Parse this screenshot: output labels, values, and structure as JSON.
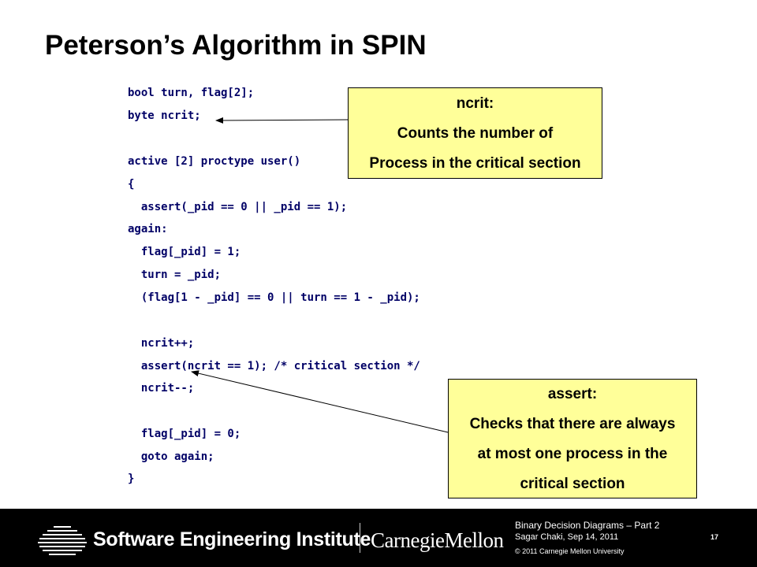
{
  "slide": {
    "title": "Peterson’s Algorithm in SPIN"
  },
  "code": {
    "lines": [
      "bool turn, flag[2];",
      "byte ncrit;",
      "",
      "active [2] proctype user()",
      "{",
      "  assert(_pid == 0 || _pid == 1);",
      "again:",
      "  flag[_pid] = 1;",
      "  turn = _pid;",
      "  (flag[1 - _pid] == 0 || turn == 1 - _pid);",
      "",
      "  ncrit++;",
      "  assert(ncrit == 1); /* critical section */",
      "  ncrit--;",
      "",
      "  flag[_pid] = 0;",
      "  goto again;",
      "}"
    ]
  },
  "callouts": {
    "ncrit": {
      "lines": [
        "ncrit:",
        "Counts the number of",
        "Process in the critical section"
      ]
    },
    "assert": {
      "lines": [
        "assert:",
        "Checks that there are always",
        "at most one process in the",
        "critical section"
      ]
    }
  },
  "footer": {
    "institute": "Software Engineering Institute",
    "university": "CarnegieMellon",
    "course": "Binary Decision Diagrams – Part 2",
    "author_date": "Sagar Chaki, Sep 14, 2011",
    "copyright": "© 2011 Carnegie Mellon University",
    "page_number": "17"
  },
  "colors": {
    "code_text": "#000066",
    "callout_fill": "#ffff99",
    "footer_bg": "#000000"
  }
}
